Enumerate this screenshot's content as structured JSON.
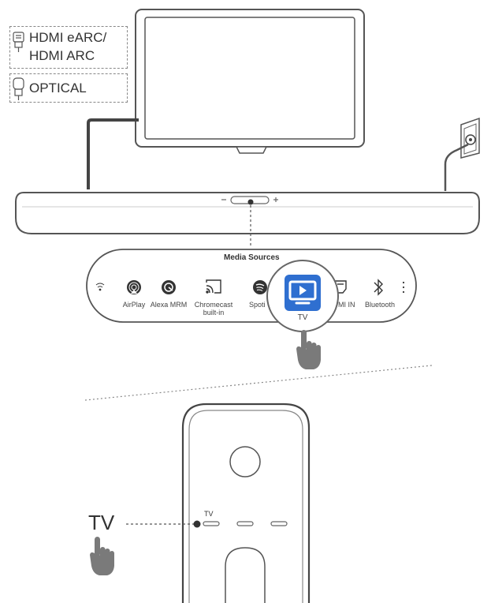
{
  "connections": {
    "hdmi_label_line1": "HDMI eARC/",
    "hdmi_label_line2": "HDMI ARC",
    "optical_label": "OPTICAL"
  },
  "media_panel": {
    "title": "Media Sources",
    "sources": [
      {
        "label": "AirPlay",
        "icon": "airplay-icon"
      },
      {
        "label": "Alexa MRM",
        "icon": "alexa-icon"
      },
      {
        "label": "Chromecast\nbuilt-in",
        "icon": "chromecast-icon"
      },
      {
        "label": "Spoti",
        "icon": "spotify-icon"
      },
      {
        "label": "TV",
        "icon": "tv-icon",
        "selected": true
      },
      {
        "label": "MI IN",
        "icon": "hdmi-icon"
      },
      {
        "label": "Bluetooth",
        "icon": "bluetooth-icon"
      }
    ],
    "accent_color": "#2f6fd0"
  },
  "remote": {
    "tv_callout_label": "TV",
    "tv_button_label": "TV"
  }
}
